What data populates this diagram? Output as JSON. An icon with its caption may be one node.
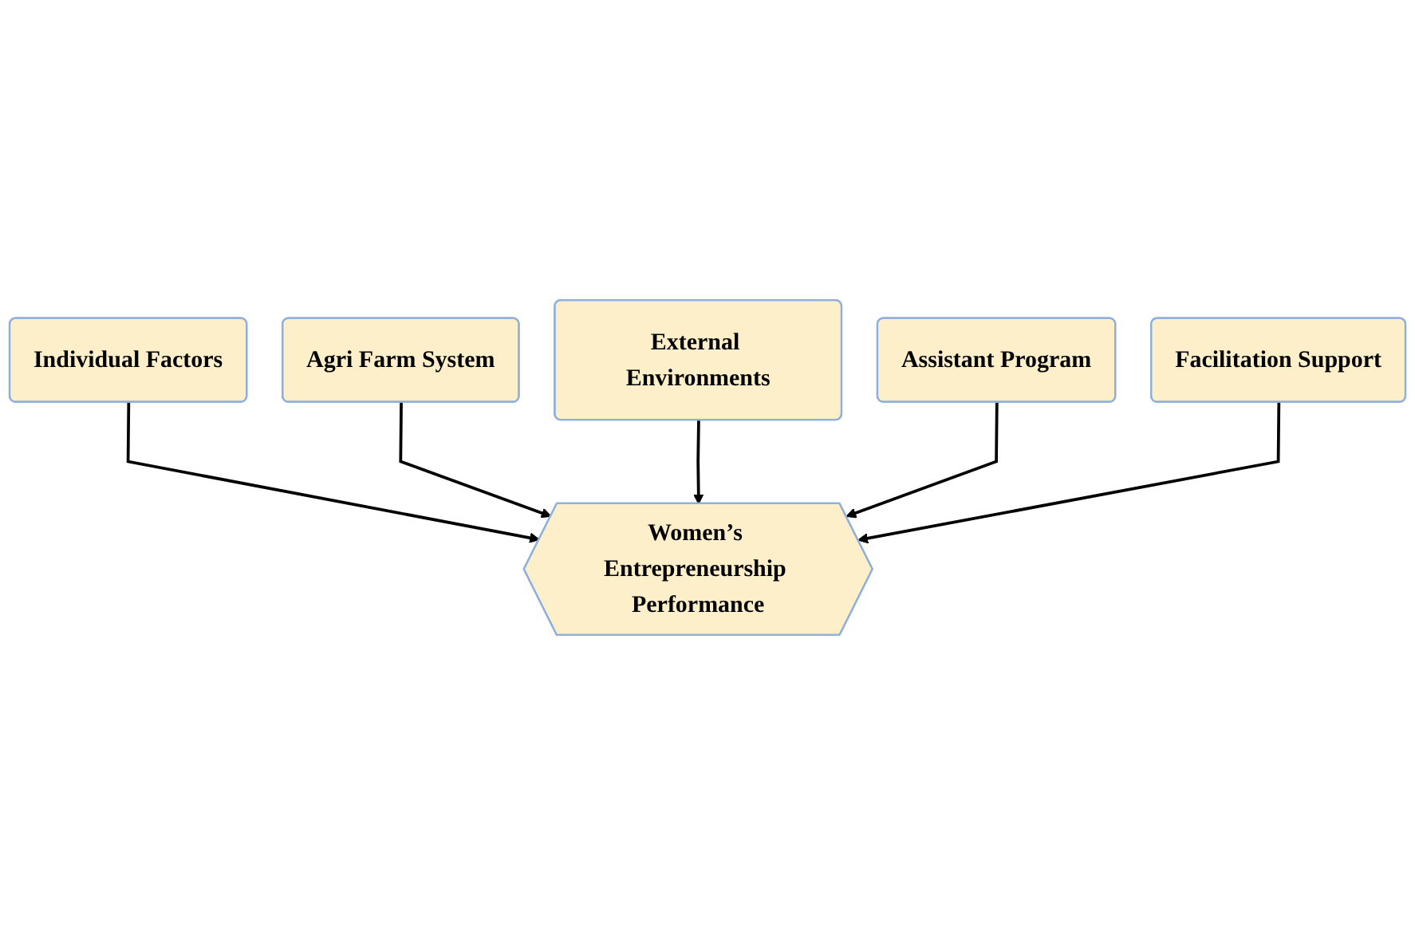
{
  "diagram": {
    "nodes": [
      {
        "text": [
          "Individual Factors"
        ]
      },
      {
        "text": [
          "Agri Farm System"
        ]
      },
      {
        "text": [
          "External Environments"
        ]
      },
      {
        "text": [
          "Assistant Program"
        ]
      },
      {
        "text": [
          "Facilitation Support"
        ]
      },
      {
        "text": [
          "Women’s Entrepreneurship Performance"
        ]
      }
    ],
    "edges": [
      {
        "from": 0,
        "to": 5,
        "arrow": "to"
      },
      {
        "from": 1,
        "to": 5,
        "arrow": "to"
      },
      {
        "from": 2,
        "to": 5,
        "arrow": "to"
      },
      {
        "from": 3,
        "to": 5,
        "arrow": "to"
      },
      {
        "from": 4,
        "to": 5,
        "arrow": "to"
      }
    ]
  }
}
